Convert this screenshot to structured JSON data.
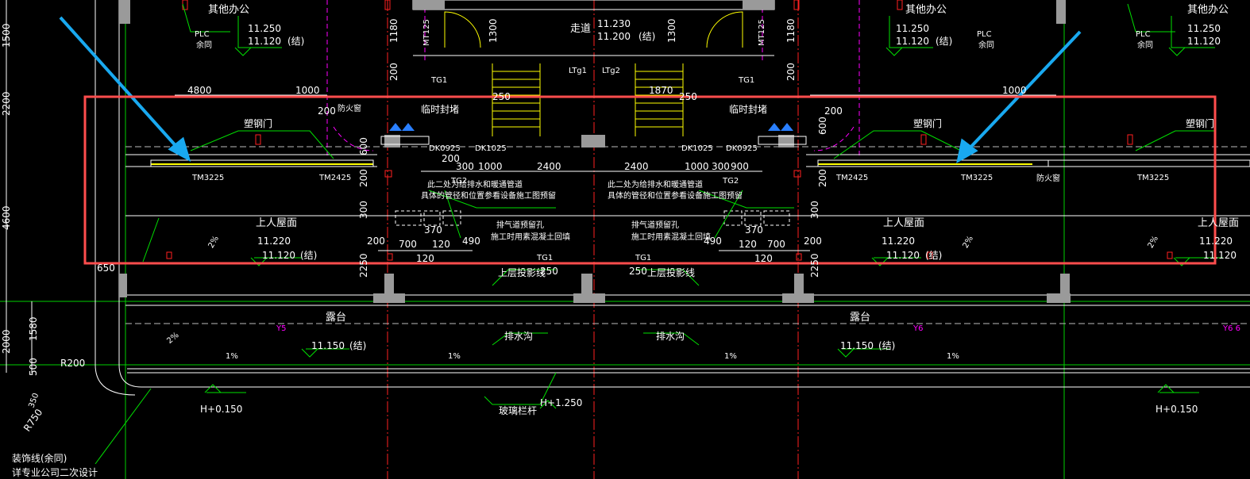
{
  "colors": {
    "background": "#000000",
    "wall": "#9a9a9a",
    "grid_axis": "#ff2020",
    "dim_line": "#00ff00",
    "hatch": "#ffff00",
    "dashed": "#ff00ff",
    "pointer": "#19a9f0",
    "highlight_box": "#ff4d4d",
    "text": "#ffffff"
  },
  "rooms": {
    "other_office_l": "其他办公",
    "other_office_m": "其他办公",
    "other_office_r": "其他办公",
    "corridor": "走道",
    "roof_l": "上人屋面",
    "roof_r": "上人屋面",
    "roof_r2": "上人屋面",
    "terrace_l": "露台",
    "terrace_r": "露台"
  },
  "labels": {
    "plc1": "PLC",
    "plc2": "PLC",
    "plc3": "PLC",
    "yutong": "余同",
    "plastic_door_l": "塑钢门",
    "plastic_door_r": "塑钢门",
    "plastic_door_r2": "塑钢门",
    "upper_proj_l": "上层投影线",
    "upper_proj_r": "上层投影线",
    "drain_ditch_l": "排水沟",
    "drain_ditch_r": "排水沟",
    "glass_rail": "玻璃栏杆",
    "deco_line": "装饰线(余同)",
    "deco_line2": "详专业公司二次设计",
    "temp_wall_l": "临时封堵",
    "temp_wall_r": "临时封堵",
    "exhaust_l1": "排气道预留孔",
    "exhaust_l2": "施工时用素混凝土回填",
    "exhaust_r1": "排气道预留孔",
    "exhaust_r2": "施工时用素混凝土回填",
    "pipe_note_l1": "此二处为给排水和暖通管道",
    "pipe_note_l2": "具体的管径和位置参看设备施工图预留",
    "pipe_note_r1": "此二处为给排水和暖通管道",
    "pipe_note_r2": "具体的管径和位置参看设备施工图预留",
    "fire_window": "防火窗",
    "struct": "(结)"
  },
  "codes": {
    "tm3225_l": "TM3225",
    "tm2425_l": "TM2425",
    "tm2425_r": "TM2425",
    "tm3225_r": "TM3225",
    "tm3225_r2": "TM3225",
    "dk0925_l": "DK0925",
    "dk1025_l": "DK1025",
    "dk1025_r": "DK1025",
    "dk0925_r": "DK0925",
    "tg1_a": "TG1",
    "tg1_b": "TG1",
    "tg1_c": "TG1",
    "tg1_d": "TG1",
    "tg2_l": "TG2",
    "tg2_r": "TG2",
    "mt125_l": "MT125",
    "mt125_r": "MT125",
    "ltg1": "LTg1",
    "ltg2": "LTg2",
    "y5": "Y5",
    "y6": "Y6",
    "y6b": "Y6 6"
  },
  "elevations": {
    "e11250_l": "11.250",
    "e11120_l": "11.120",
    "e11230": "11.230",
    "e11200": "11.200",
    "e11250_r": "11.250",
    "e11120_r": "11.120",
    "e11250_r2": "11.250",
    "e11120_r2": "11.120",
    "e11220_l": "11.220",
    "e11120_lb": "11.120",
    "e11220_r": "11.220",
    "e11120_rb": "11.120",
    "e11220_r2": "11.220",
    "e11120_r2b": "11.120",
    "e11150_l": "11.150",
    "e11150_r": "11.150",
    "h0150_l": "H+0.150",
    "h1250": "H+1.250",
    "h0150_r": "H+0.150"
  },
  "dims": {
    "d1500": "1500",
    "d2200": "2200",
    "d4600": "4600",
    "d2000": "2000",
    "d1580": "1580",
    "d500": "500",
    "d4800": "4800",
    "d1000_l": "1000",
    "d1000_r": "1000",
    "d1870": "1870",
    "d200_t": "200",
    "d1180_l": "1180",
    "d1300_l": "1300",
    "d1300_r": "1300",
    "d1180_r": "1180",
    "d200_top_l": "200",
    "d200_top_r": "200",
    "d250_l": "250",
    "d250_r": "250",
    "d200_stair": "200",
    "d600_l": "600",
    "d600_r": "600",
    "d200_a": "200",
    "d300_a": "300",
    "d1000_a": "1000",
    "d2400_a": "2400",
    "d2400_b": "2400",
    "d1000_b": "1000",
    "d300_b": "300",
    "d900_b": "900",
    "d200_v1": "200",
    "d200_v2": "200",
    "d300_v1": "300",
    "d300_v2": "300",
    "d370_l": "370",
    "d490_l": "490",
    "d700_l": "700",
    "d120_l": "120",
    "d120_l2": "120",
    "d370_r": "370",
    "d490_r": "490",
    "d120_r": "120",
    "d700_r": "700",
    "d120_r2": "120",
    "d200_h1": "200",
    "d200_h2": "200",
    "d2250_l": "2250",
    "d2250_r": "2250",
    "d650": "650",
    "d250_p1": "250",
    "d250_p2": "250",
    "r200": "R200",
    "r750": "R750",
    "r350": "350",
    "pct2_a": "2%",
    "pct2_b": "2%",
    "pct2_c": "2%",
    "pct2_d": "2%",
    "pct1_a": "1%",
    "pct1_b": "1%",
    "pct1_c": "1%",
    "pct1_d": "1%"
  }
}
